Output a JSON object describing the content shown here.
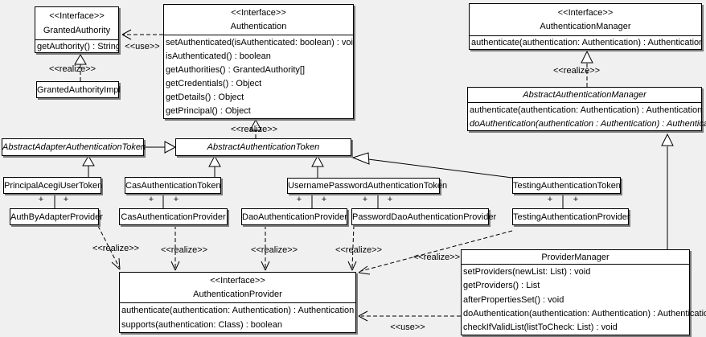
{
  "stereotypes": {
    "interface": "<<Interface>>"
  },
  "labels": {
    "use": "<<use>>",
    "realize": "<<realize>>",
    "plus": "+"
  },
  "colors": {
    "background": "#f0f0f0",
    "box_fill": "#ffffff",
    "line": "#000000",
    "shadow": "#7a7a7a"
  },
  "classes": {
    "granted_authority": {
      "name": "GrantedAuthority",
      "methods": [
        "getAuthority() : String"
      ]
    },
    "granted_authority_impl": {
      "name": "GrantedAuthorityImpl"
    },
    "authentication": {
      "name": "Authentication",
      "methods": [
        "setAuthenticated(isAuthenticated: boolean) : void",
        "isAuthenticated() : boolean",
        "getAuthorities() : GrantedAuthority[]",
        "getCredentials() : Object",
        "getDetails() : Object",
        "getPrincipal() : Object"
      ]
    },
    "authentication_manager": {
      "name": "AuthenticationManager",
      "methods": [
        "authenticate(authentication: Authentication) : Authentication"
      ]
    },
    "abstract_authentication_manager": {
      "name": "AbstractAuthenticationManager",
      "methods": [
        "authenticate(authentication: Authentication) : Authentication",
        "doAuthentication(authentication : Authentication) : Authentication"
      ]
    },
    "abstract_adapter_authentication_token": {
      "name": "AbstractAdapterAuthenticationToken"
    },
    "abstract_authentication_token": {
      "name": "AbstractAuthenticationToken"
    },
    "principal_acegi_user_token": {
      "name": "PrincipalAcegiUserToken"
    },
    "cas_authentication_token": {
      "name": "CasAuthenticationToken"
    },
    "username_password_authentication_token": {
      "name": "UsernamePasswordAuthenticationToken"
    },
    "testing_authentication_token": {
      "name": "TestingAuthenticationToken"
    },
    "auth_by_adapter_provider": {
      "name": "AuthByAdapterProvider"
    },
    "cas_authentication_provider": {
      "name": "CasAuthenticationProvider"
    },
    "dao_authentication_provider": {
      "name": "DaoAuthenticationProvider"
    },
    "password_dao_authentication_provider": {
      "name": "PasswordDaoAuthenticationProvider"
    },
    "testing_authentication_provider": {
      "name": "TestingAuthenticationProvider"
    },
    "authentication_provider": {
      "name": "AuthenticationProvider",
      "methods": [
        "authenticate(authentication: Authentication) : Authentication",
        "supports(authentication: Class) : boolean"
      ]
    },
    "provider_manager": {
      "name": "ProviderManager",
      "methods": [
        "setProviders(newList: List) : void",
        "getProviders() : List",
        "afterPropertiesSet() : void",
        "doAuthentication(authentication: Authentication) : Authentication",
        "checkIfValidList(listToCheck: List) : void"
      ]
    }
  }
}
